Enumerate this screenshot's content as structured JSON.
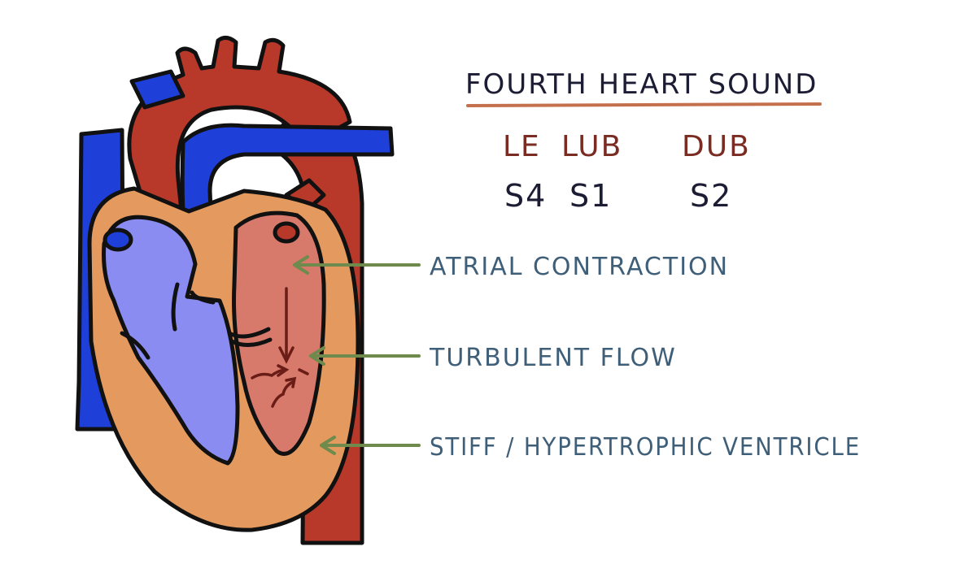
{
  "title": "FOURTH HEART SOUND",
  "sounds": {
    "le": "LE",
    "lub": "LUB",
    "dub": "DUB",
    "s4": "S4",
    "s1": "S1",
    "s2": "S2"
  },
  "labels": {
    "atrial": "ATRIAL CONTRACTION",
    "turbulent": "TURBULENT FLOW",
    "stiff": "STIFF / HYPERTROPHIC VENTRICLE"
  },
  "colors": {
    "blood_deoxygenated": "#1e3fd8",
    "blood_oxygenated": "#b8392a",
    "myocardium": "#e49a5e",
    "right_chamber": "#8a8cf2",
    "left_chamber": "#d77a6c",
    "arrow": "#6e8a4c",
    "underline": "#c5704c"
  }
}
